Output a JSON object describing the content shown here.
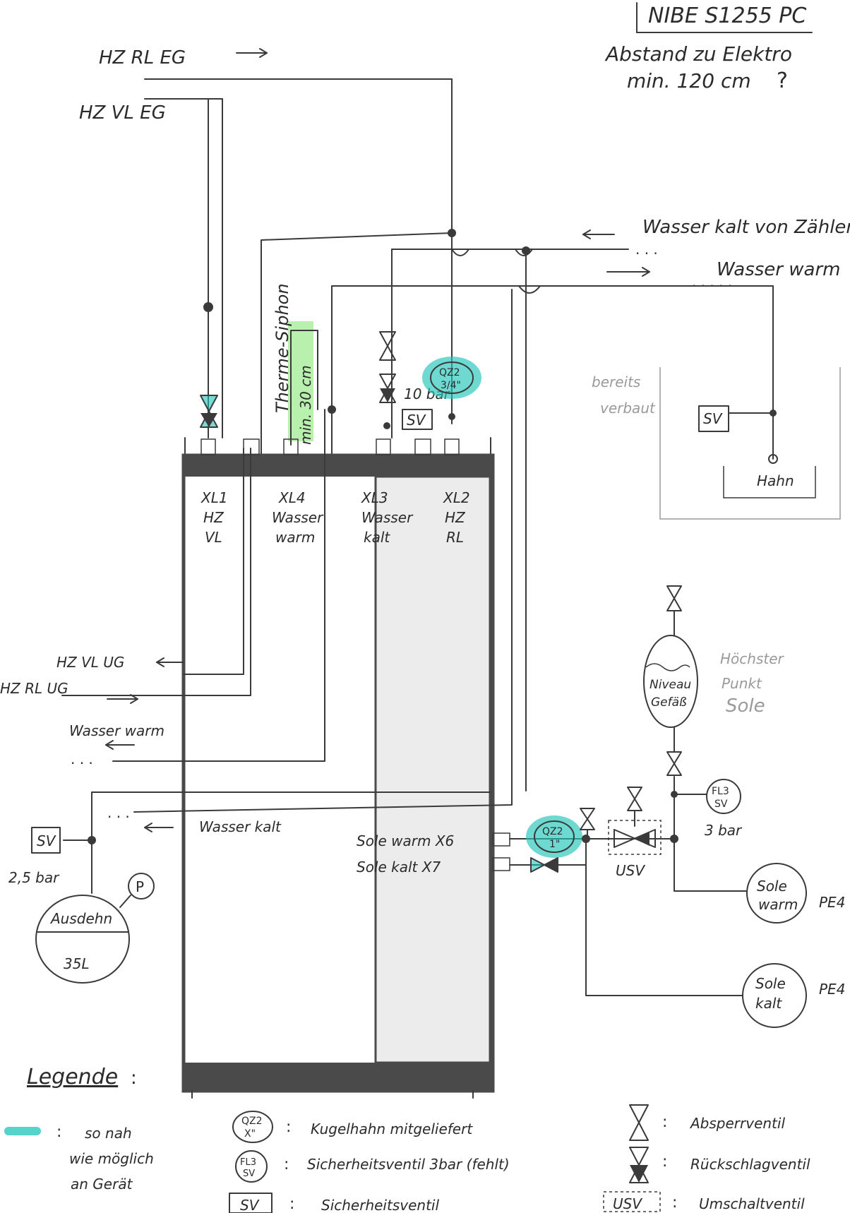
{
  "title": "NIBE S1255 PC",
  "notes": {
    "distance_line1": "Abstand zu Elektro",
    "distance_line2": "min. 120 cm",
    "distance_mark": "?"
  },
  "lines": {
    "hz_rl_eg": "HZ RL EG",
    "hz_vl_eg": "HZ VL EG",
    "wasser_kalt_von": "Wasser kalt von Zähler",
    "wasser_warm": "Wasser warm",
    "hz_vl_ug": "HZ VL UG",
    "hz_rl_ug": "HZ RL UG",
    "wasser_warm_left": "Wasser warm",
    "wasser_kalt_left": "Wasser kalt"
  },
  "siphon": {
    "label1": "Therme-Siphon",
    "label2": "min. 30 cm"
  },
  "ports": [
    {
      "code": "XL1",
      "l2": "HZ",
      "l3": "VL"
    },
    {
      "code": "XL4",
      "l2": "Wasser",
      "l3": "warm"
    },
    {
      "code": "XL3",
      "l2": "Wasser",
      "l3": "kalt"
    },
    {
      "code": "XL2",
      "l2": "HZ",
      "l3": "RL"
    }
  ],
  "components": {
    "sv_10bar_label": "SV",
    "sv_10bar_value": "10 bar",
    "qz2_top_l1": "QZ2",
    "qz2_top_l2": "3/4\"",
    "qz2_sole_l1": "QZ2",
    "qz2_sole_l2": "1\"",
    "sv_expansion_label": "SV",
    "sv_expansion_value": "2,5 bar",
    "expansion_l1": "Ausdehn",
    "expansion_l2": "35L",
    "pressure_gauge": "P",
    "existing_l1": "bereits",
    "existing_l2": "verbaut",
    "existing_sv": "SV",
    "tap": "Hahn",
    "usv": "USV",
    "fl3_l1": "FL3",
    "fl3_l2": "SV",
    "fl3_value": "3 bar",
    "level_vessel_l1": "Niveau",
    "level_vessel_l2": "Gefäß",
    "highest_l1": "Höchster",
    "highest_l2": "Punkt",
    "highest_l3": "Sole",
    "sole_warm_x6": "Sole warm X6",
    "sole_kalt_x7": "Sole kalt X7",
    "sole_warm_l1": "Sole",
    "sole_warm_l2": "warm",
    "sole_kalt_l1": "Sole",
    "sole_kalt_l2": "kalt",
    "pe_warm": "PE4",
    "pe_kalt": "PE4"
  },
  "legend": {
    "heading": "Legende",
    "green_label_l1": "so nah",
    "green_label_l2": "wie möglich",
    "green_label_l3": "an Gerät",
    "ball_valve_sym_l1": "QZ2",
    "ball_valve_sym_l2": "X\"",
    "ball_valve": "Kugelhahn mitgeliefert",
    "safety_3bar_sym_l1": "FL3",
    "safety_3bar_sym_l2": "SV",
    "safety_3bar": "Sicherheitsventil 3bar (fehlt)",
    "safety_sym": "SV",
    "safety": "Sicherheitsventil",
    "shutoff": "Absperrventil",
    "check": "Rückschlagventil",
    "switch_sym": "USV",
    "switch": "Umschaltventil"
  },
  "colors": {
    "ink": "#3a3a3a",
    "highlight_teal": "#1fc4b8",
    "highlight_green": "#7ee36b",
    "unit_dark": "#4a4a4a",
    "unit_panel": "#ececec"
  }
}
